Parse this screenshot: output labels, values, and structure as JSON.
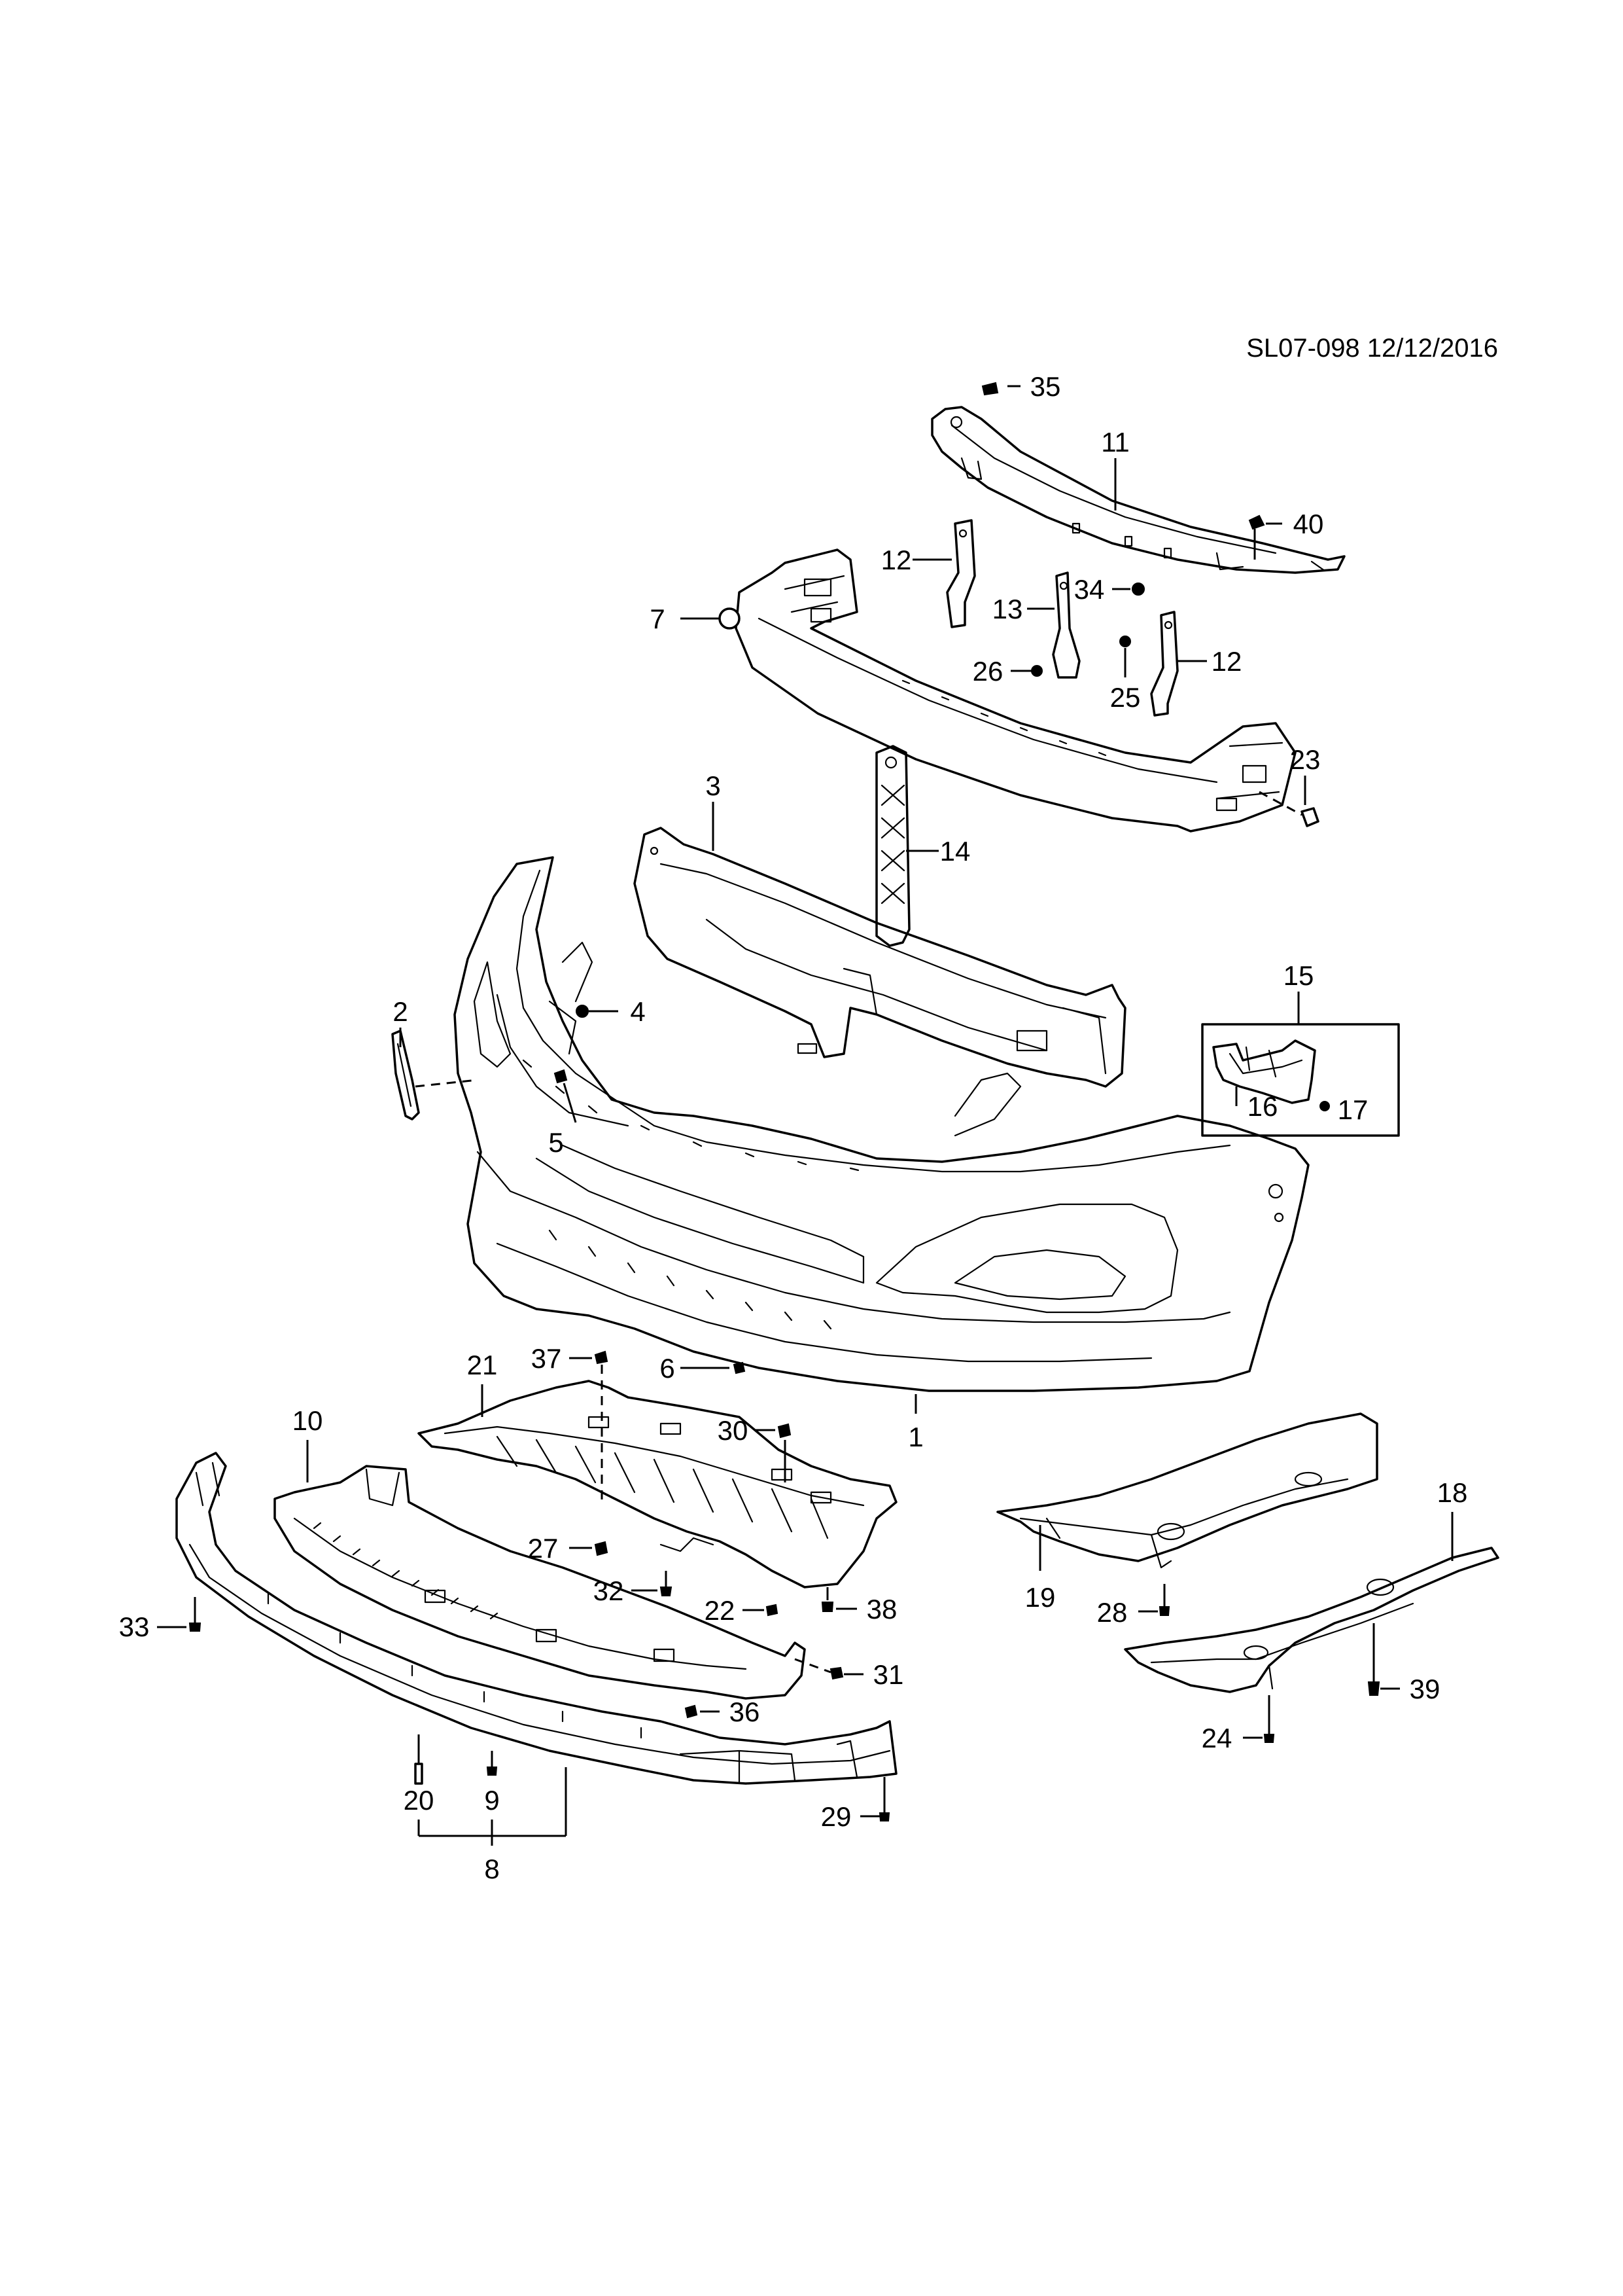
{
  "reference": "SL07-098 12/12/2016",
  "callouts": [
    {
      "id": "c1",
      "text": "1"
    },
    {
      "id": "c2",
      "text": "2"
    },
    {
      "id": "c3",
      "text": "3"
    },
    {
      "id": "c4",
      "text": "4"
    },
    {
      "id": "c5",
      "text": "5"
    },
    {
      "id": "c6",
      "text": "6"
    },
    {
      "id": "c7",
      "text": "7"
    },
    {
      "id": "c8",
      "text": "8"
    },
    {
      "id": "c9",
      "text": "9"
    },
    {
      "id": "c10",
      "text": "10"
    },
    {
      "id": "c11",
      "text": "11"
    },
    {
      "id": "c12a",
      "text": "12"
    },
    {
      "id": "c12b",
      "text": "12"
    },
    {
      "id": "c13",
      "text": "13"
    },
    {
      "id": "c14",
      "text": "14"
    },
    {
      "id": "c15",
      "text": "15"
    },
    {
      "id": "c16",
      "text": "16"
    },
    {
      "id": "c17",
      "text": "17"
    },
    {
      "id": "c18",
      "text": "18"
    },
    {
      "id": "c19",
      "text": "19"
    },
    {
      "id": "c20",
      "text": "20"
    },
    {
      "id": "c21",
      "text": "21"
    },
    {
      "id": "c22",
      "text": "22"
    },
    {
      "id": "c23",
      "text": "23"
    },
    {
      "id": "c24",
      "text": "24"
    },
    {
      "id": "c25",
      "text": "25"
    },
    {
      "id": "c26",
      "text": "26"
    },
    {
      "id": "c27",
      "text": "27"
    },
    {
      "id": "c28",
      "text": "28"
    },
    {
      "id": "c29",
      "text": "29"
    },
    {
      "id": "c30",
      "text": "30"
    },
    {
      "id": "c31",
      "text": "31"
    },
    {
      "id": "c32",
      "text": "32"
    },
    {
      "id": "c33",
      "text": "33"
    },
    {
      "id": "c34",
      "text": "34"
    },
    {
      "id": "c35",
      "text": "35"
    },
    {
      "id": "c36",
      "text": "36"
    },
    {
      "id": "c37",
      "text": "37"
    },
    {
      "id": "c38",
      "text": "38"
    },
    {
      "id": "c39",
      "text": "39"
    },
    {
      "id": "c40",
      "text": "40"
    }
  ]
}
